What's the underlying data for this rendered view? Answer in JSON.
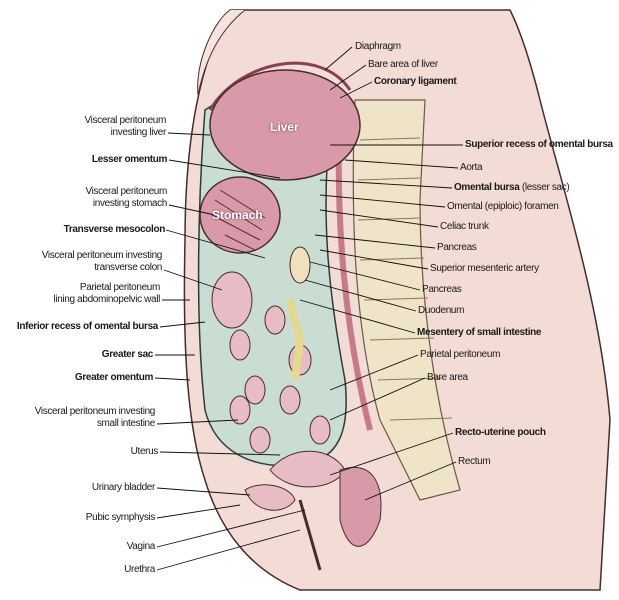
{
  "organ_labels": {
    "liver": "Liver",
    "stomach": "Stomach"
  },
  "left_labels": {
    "vp_liver_1": "Visceral peritoneum",
    "vp_liver_2": "investing liver",
    "lesser_omentum": "Lesser omentum",
    "vp_stomach_1": "Visceral peritoneum",
    "vp_stomach_2": "investing stomach",
    "transverse_mesocolon": "Transverse mesocolon",
    "vp_colon_1": "Visceral peritoneum investing",
    "vp_colon_2": "transverse colon",
    "parietal_wall_1": "Parietal peritoneum",
    "parietal_wall_2": "lining abdominopelvic wall",
    "inferior_recess": "Inferior recess of omental bursa",
    "greater_sac": "Greater sac",
    "greater_omentum": "Greater omentum",
    "vp_small_1": "Visceral peritoneum investing",
    "vp_small_2": "small intestine",
    "uterus": "Uterus",
    "urinary_bladder": "Urinary bladder",
    "pubic_symphysis": "Pubic symphysis",
    "vagina": "Vagina",
    "urethra": "Urethra"
  },
  "right_labels": {
    "diaphragm": "Diaphragm",
    "bare_area_liver": "Bare area of liver",
    "coronary_ligament": "Coronary ligament",
    "superior_recess": "Superior recess of omental bursa",
    "aorta": "Aorta",
    "omental_bursa": "Omental bursa",
    "omental_bursa_note": "(lesser sac)",
    "omental_foramen": "Omental (epiploic) foramen",
    "celiac_trunk": "Celiac trunk",
    "pancreas_1": "Pancreas",
    "superior_mesenteric_artery": "Superior mesenteric artery",
    "pancreas_2": "Pancreas",
    "duodenum": "Duodenum",
    "mesentery_small_intestine": "Mesentery of small intestine",
    "parietal_peritoneum": "Parietal peritoneum",
    "bare_area": "Bare area",
    "recto_uterine_pouch": "Recto-uterine pouch",
    "rectum": "Rectum"
  },
  "colors": {
    "skin": "#f3dbd6",
    "liver": "#d89aa8",
    "peritoneal_cavity": "#c9ddd3",
    "spine": "#efe3c8",
    "outline": "#4a2b2b"
  }
}
